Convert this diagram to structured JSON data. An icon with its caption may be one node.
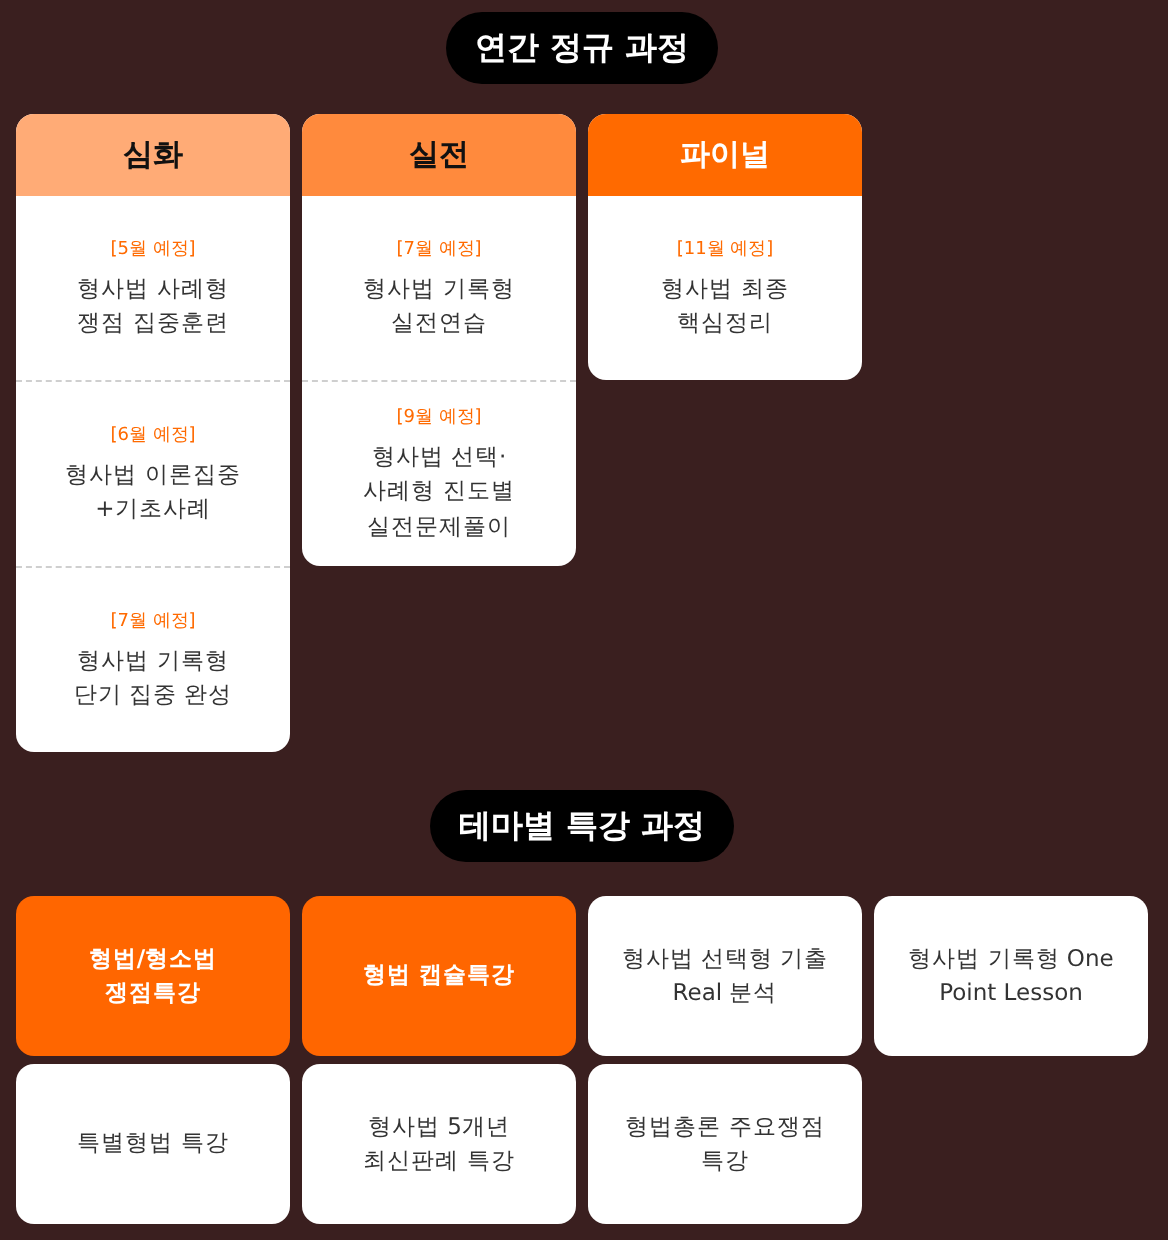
{
  "diagram": {
    "nodes": [
      {
        "text": [
          "연간 정규 과정"
        ]
      },
      {
        "text": [
          "심화"
        ]
      },
      {
        "text": [
          "[5월 예정]",
          "형사법 사례형 쟁점 집중훈련"
        ],
        "in": 1
      },
      {
        "text": [
          "[6월 예정]",
          "형사법 이론집중+기초사례"
        ],
        "in": 1
      },
      {
        "text": [
          "[7월 예정]",
          "형사법 기록형 단기 집중 완성"
        ],
        "in": 1
      },
      {
        "text": [
          "실전"
        ]
      },
      {
        "text": [
          "[7월 예정]",
          "형사법 기록형 실전연습"
        ],
        "in": 5
      },
      {
        "text": [
          "[9월 예정]",
          "형사법 선택·사례형 진도별 실전문제풀이"
        ],
        "in": 5
      },
      {
        "text": [
          "파이널"
        ]
      },
      {
        "text": [
          "[11월 예정]",
          "형사법 최종 핵심정리"
        ],
        "in": 8
      },
      {
        "text": [
          "테마별 특강 과정"
        ]
      },
      {
        "text": [
          "형법/형소법 쟁점특강"
        ]
      },
      {
        "text": [
          "형법 캡슐특강"
        ]
      },
      {
        "text": [
          "형사법 선택형 기출 Real 분석"
        ]
      },
      {
        "text": [
          "형사법 기록형 One Point Lesson"
        ]
      },
      {
        "text": [
          "특별형법 특강"
        ]
      },
      {
        "text": [
          "형사법 5개년 최신판례 특강"
        ]
      },
      {
        "text": [
          "형법총론 주요쟁점 특강"
        ]
      }
    ]
  }
}
